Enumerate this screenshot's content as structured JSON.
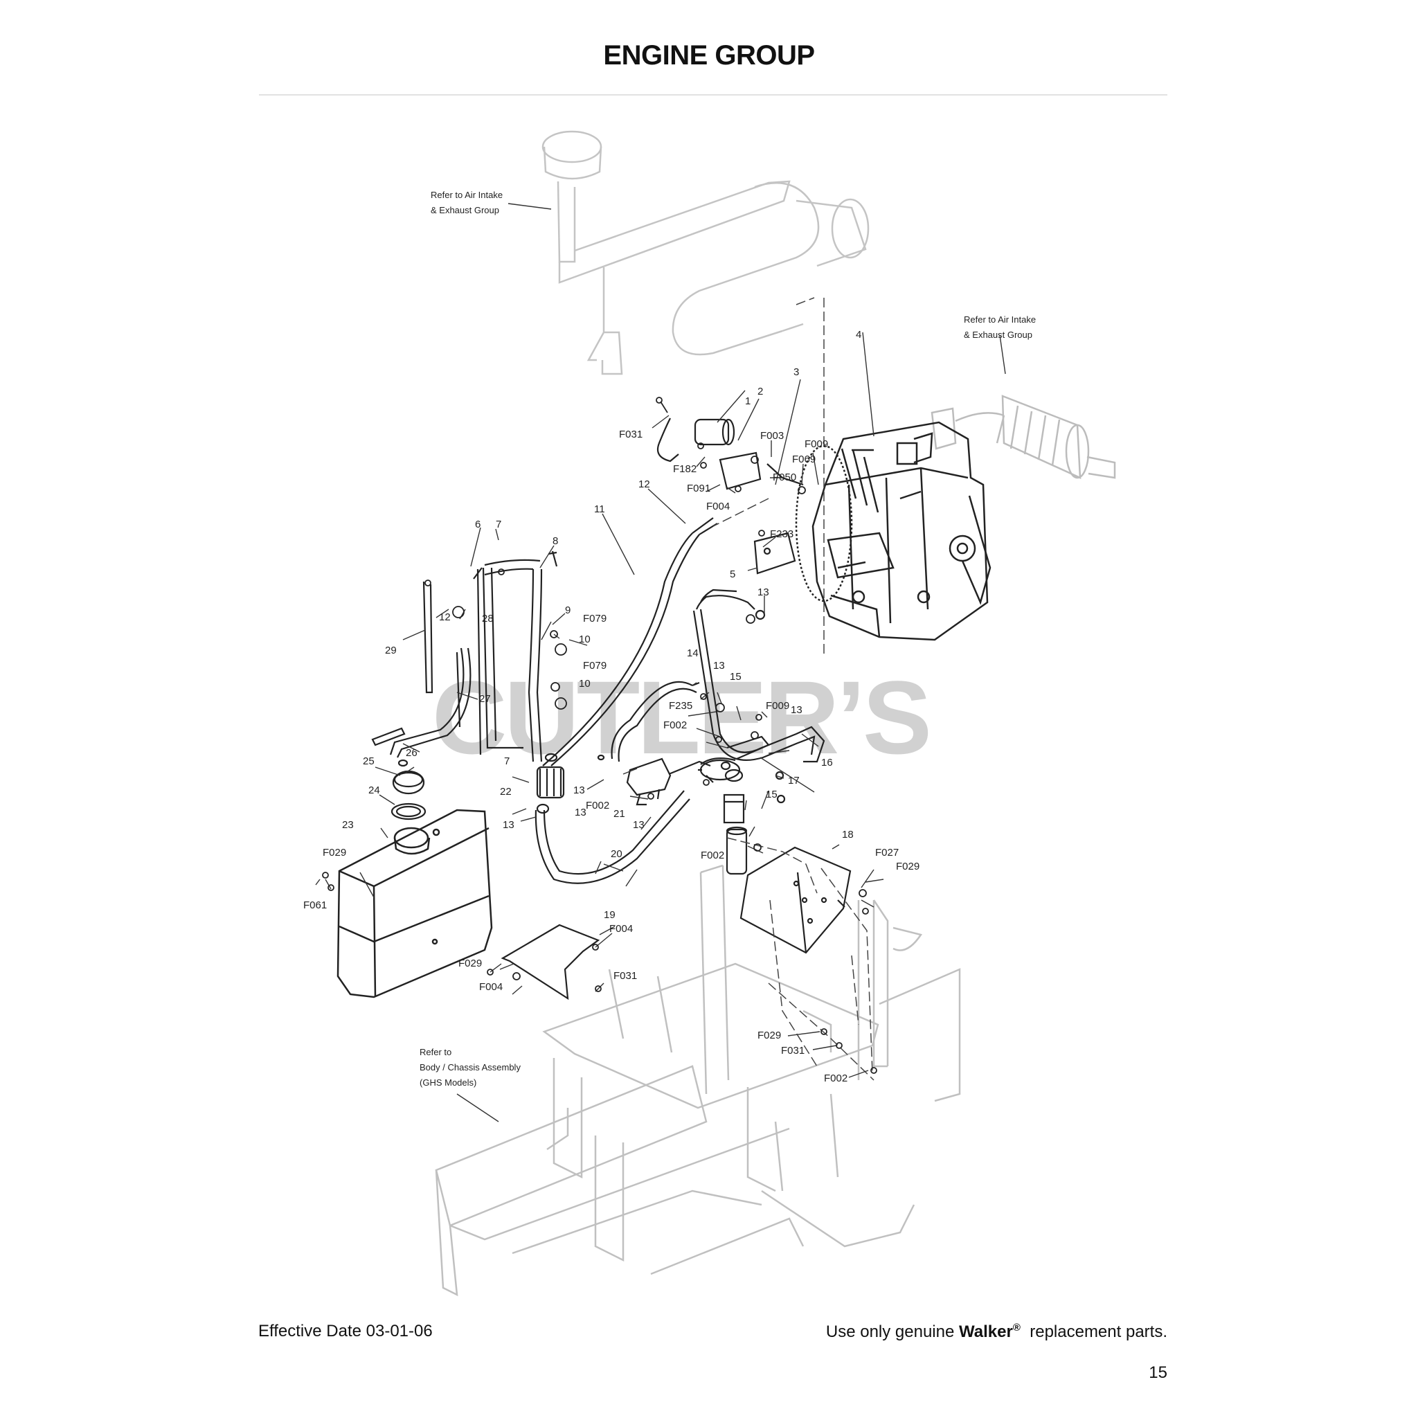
{
  "title": "ENGINE GROUP",
  "watermark": "CUTLER’S",
  "references": {
    "air_intake_left": [
      "Refer to Air Intake",
      "& Exhaust Group"
    ],
    "air_intake_right": [
      "Refer to Air Intake",
      "& Exhaust Group"
    ],
    "body_chassis": [
      "Refer to",
      "Body / Chassis Assembly",
      "(GHS Models)"
    ]
  },
  "callouts": [
    "1",
    "2",
    "3",
    "4",
    "F031",
    "F003",
    "F009",
    "F069",
    "F182",
    "F050",
    "F091",
    "F004",
    "12",
    "11",
    "6",
    "7",
    "8",
    "F233",
    "5",
    "13",
    "9",
    "F079",
    "10",
    "12",
    "28",
    "29",
    "F079",
    "10",
    "14",
    "13",
    "15",
    "27",
    "F235",
    "F009",
    "13",
    "F002",
    "26",
    "16",
    "7",
    "25",
    "13",
    "17",
    "22",
    "24",
    "13",
    "F002",
    "21",
    "13",
    "15",
    "23",
    "13",
    "18",
    "F029",
    "F002",
    "F027",
    "20",
    "F029",
    "F061",
    "19",
    "F004",
    "F029",
    "F031",
    "F004",
    "F029",
    "F031",
    "F002"
  ],
  "footer": {
    "effective_date": "Effective Date 03-01-06",
    "notice_prefix": "Use only genuine ",
    "brand": "Walker",
    "reg_mark": "®",
    "notice_suffix": "  replacement parts."
  },
  "page_number": "15"
}
